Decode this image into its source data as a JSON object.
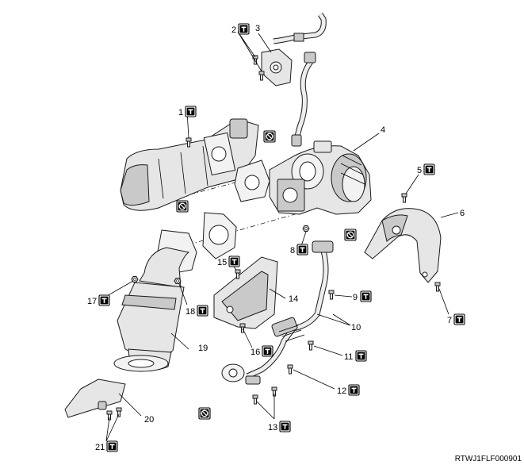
{
  "drawing_code": "RTWJ1FLF000901",
  "callouts": [
    {
      "id": "1",
      "label": "1",
      "torque": true
    },
    {
      "id": "2",
      "label": "2",
      "torque": true
    },
    {
      "id": "3",
      "label": "3",
      "torque": false
    },
    {
      "id": "4",
      "label": "4",
      "torque": false
    },
    {
      "id": "5",
      "label": "5",
      "torque": true
    },
    {
      "id": "6",
      "label": "6",
      "torque": false
    },
    {
      "id": "7",
      "label": "7",
      "torque": true
    },
    {
      "id": "8",
      "label": "8",
      "torque": true
    },
    {
      "id": "9",
      "label": "9",
      "torque": true
    },
    {
      "id": "10",
      "label": "10",
      "torque": false
    },
    {
      "id": "11",
      "label": "11",
      "torque": true
    },
    {
      "id": "12",
      "label": "12",
      "torque": true
    },
    {
      "id": "13",
      "label": "13",
      "torque": true
    },
    {
      "id": "14",
      "label": "14",
      "torque": false
    },
    {
      "id": "15",
      "label": "15",
      "torque": true
    },
    {
      "id": "16",
      "label": "16",
      "torque": true
    },
    {
      "id": "17",
      "label": "17",
      "torque": true
    },
    {
      "id": "18",
      "label": "18",
      "torque": true
    },
    {
      "id": "19",
      "label": "19",
      "torque": false
    },
    {
      "id": "20",
      "label": "20",
      "torque": false
    },
    {
      "id": "21",
      "label": "21",
      "torque": true
    }
  ],
  "icons": {
    "torque": "torque-specification-icon",
    "non_reusable": "non-reusable-part-icon"
  }
}
